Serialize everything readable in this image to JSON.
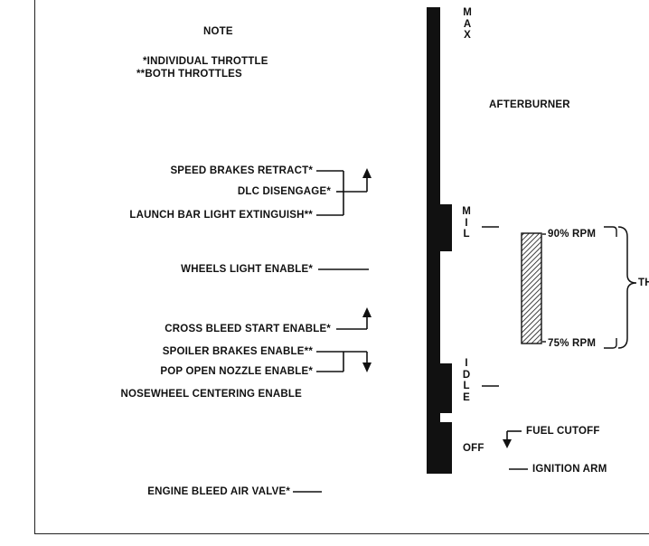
{
  "note": {
    "title": "NOTE",
    "line1": "*INDIVIDUAL THROTTLE",
    "line2": "**BOTH THROTTLES"
  },
  "labels_left": {
    "speed_brakes_retract": "SPEED BRAKES RETRACT*",
    "dlc_disengage": "DLC DISENGAGE*",
    "launch_bar_light": "LAUNCH BAR LIGHT EXTINGUISH**",
    "wheels_light": "WHEELS LIGHT ENABLE*",
    "cross_bleed": "CROSS BLEED START ENABLE*",
    "spoiler_brakes": "SPOILER BRAKES ENABLE**",
    "pop_open_nozzle": "POP OPEN NOZZLE ENABLE*",
    "nosewheel_centering": "NOSEWHEEL CENTERING ENABLE",
    "engine_bleed": "ENGINE BLEED AIR VALVE*"
  },
  "positions": {
    "max": [
      "M",
      "A",
      "X"
    ],
    "mil": [
      "M",
      "I",
      "L"
    ],
    "idle": [
      "I",
      "D",
      "L",
      "E"
    ],
    "off": "OFF"
  },
  "labels_right": {
    "afterburner": "AFTERBURNER",
    "rpm_90": "90% RPM",
    "rpm_75": "75% RPM",
    "fuel_cutoff": "FUEL CUTOFF",
    "ignition_arm": "IGNITION ARM",
    "cut_text": "TH"
  }
}
